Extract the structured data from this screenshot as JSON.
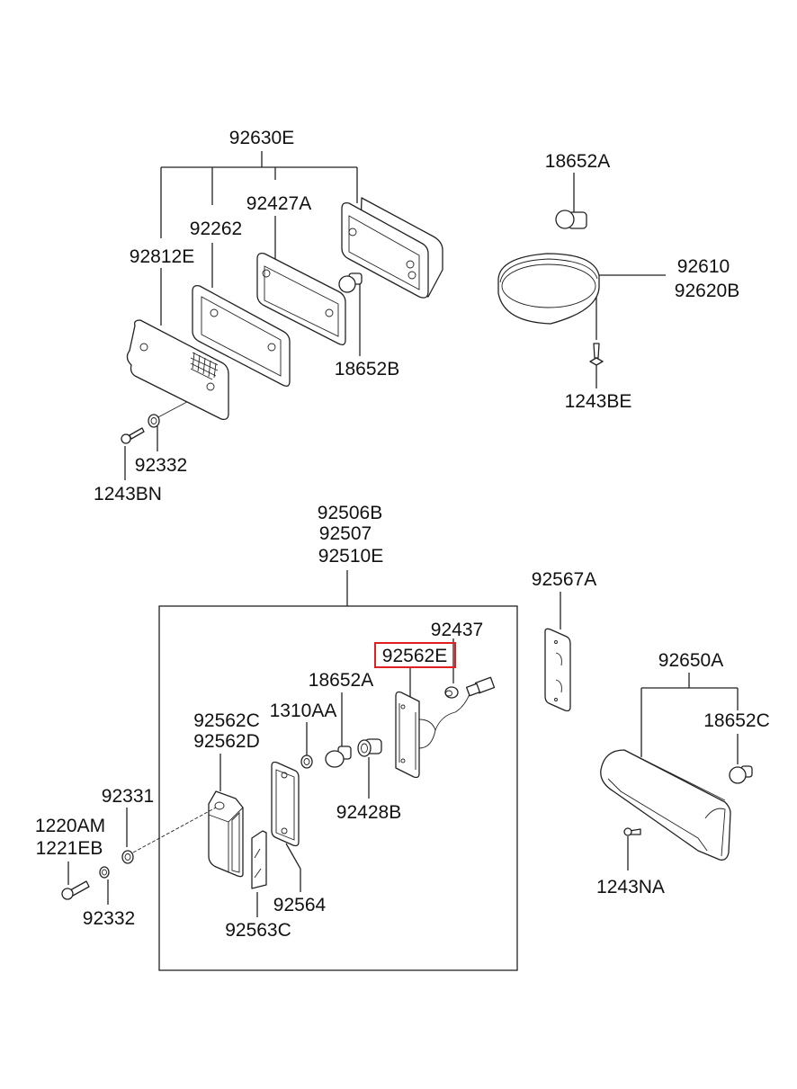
{
  "diagram": {
    "title": "Parts exploded view - lamps",
    "highlight_color": "#e02020",
    "groups": {
      "top_left_lamp": {
        "assembly": "92630E",
        "parts": [
          "92812E",
          "92262",
          "92427A",
          "18652B",
          "92332",
          "1243BN"
        ]
      },
      "top_right_lamp": {
        "bulb": "18652A",
        "lamp": [
          "92610",
          "92620B"
        ],
        "screw": "1243BE"
      },
      "license_lamp_box": {
        "assembly": [
          "92506B",
          "92507",
          "92510E"
        ],
        "parts": [
          "92437",
          "92562E",
          "18652A",
          "1310AA",
          "92562C",
          "92562D",
          "92428B",
          "92564",
          "92563C"
        ],
        "highlighted": "92562E"
      },
      "outside_box": [
        "92331",
        "1220AM",
        "1221EB",
        "92332",
        "92567A"
      ],
      "bottom_right_lamp": {
        "assembly": "92650A",
        "bulb": "18652C",
        "screw": "1243NA"
      }
    },
    "labels": {
      "l92630E": "92630E",
      "l92427A": "92427A",
      "l92262": "92262",
      "l92812E": "92812E",
      "l18652B": "18652B",
      "l92332a": "92332",
      "l1243BN": "1243BN",
      "l18652A_top": "18652A",
      "l92610": "92610",
      "l92620B": "92620B",
      "l1243BE": "1243BE",
      "l92506B": "92506B",
      "l92507": "92507",
      "l92510E": "92510E",
      "l92567A": "92567A",
      "l92437": "92437",
      "l92562E": "92562E",
      "l18652A_box": "18652A",
      "l1310AA": "1310AA",
      "l92562C": "92562C",
      "l92562D": "92562D",
      "l92428B": "92428B",
      "l92331": "92331",
      "l1220AM": "1220AM",
      "l1221EB": "1221EB",
      "l92332b": "92332",
      "l92564": "92564",
      "l92563C": "92563C",
      "l92650A": "92650A",
      "l18652C": "18652C",
      "l1243NA": "1243NA"
    }
  }
}
